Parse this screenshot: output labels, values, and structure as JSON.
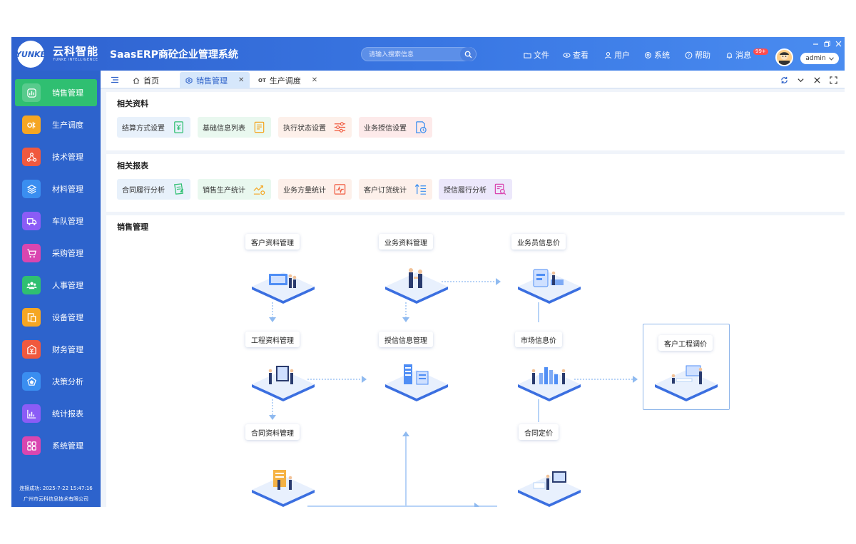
{
  "header": {
    "brand_name": "云科智能",
    "brand_sub": "YUNKE INTELLIGENCE",
    "logo_text": "YUNKE",
    "app_title": "SaasERP商砼企业管理系统",
    "search_placeholder": "请输入搜索信息",
    "menu": [
      {
        "label": "文件",
        "icon": "folder-icon"
      },
      {
        "label": "查看",
        "icon": "eye-icon"
      },
      {
        "label": "用户",
        "icon": "user-icon"
      },
      {
        "label": "系统",
        "icon": "gear-icon"
      },
      {
        "label": "帮助",
        "icon": "help-icon"
      },
      {
        "label": "消息",
        "icon": "bell-icon"
      }
    ],
    "message_badge": "99+",
    "username": "admin"
  },
  "sidebar": {
    "items": [
      {
        "label": "销售管理",
        "icon": "sales-icon",
        "color": "#2fbf71",
        "active": true
      },
      {
        "label": "生产调度",
        "icon": "production-icon",
        "color": "#f5a623"
      },
      {
        "label": "技术管理",
        "icon": "tech-icon",
        "color": "#f0593e"
      },
      {
        "label": "材料管理",
        "icon": "material-icon",
        "color": "#3a8ef0"
      },
      {
        "label": "车队管理",
        "icon": "truck-icon",
        "color": "#8b5cf6"
      },
      {
        "label": "采购管理",
        "icon": "cart-icon",
        "color": "#d946b0"
      },
      {
        "label": "人事管理",
        "icon": "people-icon",
        "color": "#2fbf71"
      },
      {
        "label": "设备管理",
        "icon": "device-icon",
        "color": "#f5a623"
      },
      {
        "label": "财务管理",
        "icon": "finance-icon",
        "color": "#f0593e"
      },
      {
        "label": "决策分析",
        "icon": "decision-icon",
        "color": "#3a8ef0"
      },
      {
        "label": "统计报表",
        "icon": "stats-icon",
        "color": "#8b5cf6"
      },
      {
        "label": "系统管理",
        "icon": "system-icon",
        "color": "#d946b0"
      }
    ],
    "connection_status": "连接成功:  2025-7-22 15:47:16",
    "company": "广州市云科信息技术有限公司"
  },
  "tabs": [
    {
      "label": "首页",
      "icon": "home-icon"
    },
    {
      "label": "销售管理",
      "icon": "sales-tab-icon",
      "active": true
    },
    {
      "label": "生产调度",
      "icon": "production-tab-icon"
    }
  ],
  "related_data": {
    "title": "相关资料",
    "items": [
      {
        "label": "结算方式设置",
        "bg": "#e8f1fb",
        "color": "#2fbf71"
      },
      {
        "label": "基础信息列表",
        "bg": "#e9f8ef",
        "color": "#f5a623"
      },
      {
        "label": "执行状态设置",
        "bg": "#fdf0ea",
        "color": "#f0593e"
      },
      {
        "label": "业务授信设置",
        "bg": "#fdeaea",
        "color": "#3a8ef0"
      }
    ]
  },
  "related_reports": {
    "title": "相关报表",
    "items": [
      {
        "label": "合同履行分析",
        "bg": "#e8f1fb",
        "color": "#2fbf71"
      },
      {
        "label": "销售生产统计",
        "bg": "#e9f8ef",
        "color": "#f5a623"
      },
      {
        "label": "业务方量统计",
        "bg": "#fdf0ea",
        "color": "#f0593e"
      },
      {
        "label": "客户订货统计",
        "bg": "#fdf0ea",
        "color": "#3a8ef0"
      },
      {
        "label": "授信履行分析",
        "bg": "#ece8fb",
        "color": "#d946b0"
      }
    ]
  },
  "flow": {
    "title": "销售管理",
    "nodes": [
      {
        "label": "客户资料管理"
      },
      {
        "label": "业务资料管理"
      },
      {
        "label": "业务员信息价"
      },
      {
        "label": "工程资料管理"
      },
      {
        "label": "授信信息管理"
      },
      {
        "label": "市场信息价"
      },
      {
        "label": "客户工程调价"
      },
      {
        "label": "合同资料管理"
      },
      {
        "label": "合同定价"
      }
    ]
  }
}
